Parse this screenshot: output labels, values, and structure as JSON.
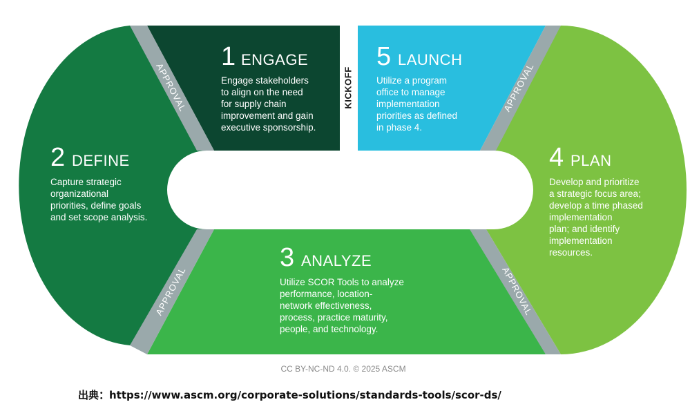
{
  "colors": {
    "engage": "#0c4630",
    "define": "#147a42",
    "analyze": "#3bb54a",
    "plan": "#7dc242",
    "launch": "#29bedf",
    "gate": "#9aa9ab"
  },
  "phases": {
    "engage": {
      "number": "1",
      "title": "ENGAGE",
      "description": [
        "Engage stakeholders",
        "to align on the need",
        "for supply chain",
        "improvement and gain",
        "executive sponsorship."
      ]
    },
    "define": {
      "number": "2",
      "title": "DEFINE",
      "description": [
        "Capture strategic",
        "organizational",
        "priorities, define goals",
        "and set scope analysis."
      ]
    },
    "analyze": {
      "number": "3",
      "title": "ANALYZE",
      "description": [
        "Utilize SCOR Tools to analyze",
        "performance, location-",
        "network effectiveness,",
        "process, practice maturity,",
        "people, and technology."
      ]
    },
    "plan": {
      "number": "4",
      "title": "PLAN",
      "description": [
        "Develop and prioritize",
        "a strategic focus area;",
        "develop a time phased",
        "implementation",
        "plan; and identify",
        "implementation",
        "resources."
      ]
    },
    "launch": {
      "number": "5",
      "title": "LAUNCH",
      "description": [
        "Utilize a program",
        "office to manage",
        "implementation",
        "priorities as defined",
        "in phase 4."
      ]
    }
  },
  "gates": {
    "approval": "APPROVAL",
    "kickoff": "KICKOFF"
  },
  "copyright": "CC BY-NC-ND 4.0. © 2025 ASCM",
  "source": "出典：https://www.ascm.org/corporate-solutions/standards-tools/scor-ds/"
}
